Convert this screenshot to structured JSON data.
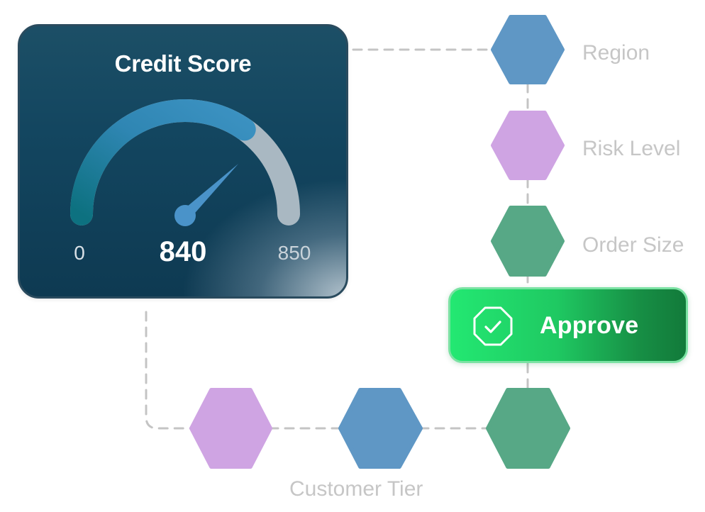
{
  "score_card": {
    "title": "Credit Score",
    "min_label": "0",
    "value_label": "840",
    "max_label": "850",
    "gauge_value": 840,
    "gauge_max": 850,
    "colors": {
      "fill_arc": "#3a8fbd",
      "track_arc": "#a9b8c2",
      "needle": "#4a93c9"
    }
  },
  "nodes": {
    "region": {
      "label": "Region",
      "color": "#5f97c5"
    },
    "risk_level": {
      "label": "Risk Level",
      "color": "#cfa4e3"
    },
    "order_size": {
      "label": "Order Size",
      "color": "#57a886"
    },
    "tier_purple": {
      "color": "#cfa4e3"
    },
    "tier_blue": {
      "color": "#5f97c5"
    },
    "tier_green": {
      "color": "#57a886"
    },
    "customer_tier_label": "Customer Tier"
  },
  "decision": {
    "label": "Approve",
    "icon": "check-octagon-icon",
    "color": "#1fc962"
  }
}
